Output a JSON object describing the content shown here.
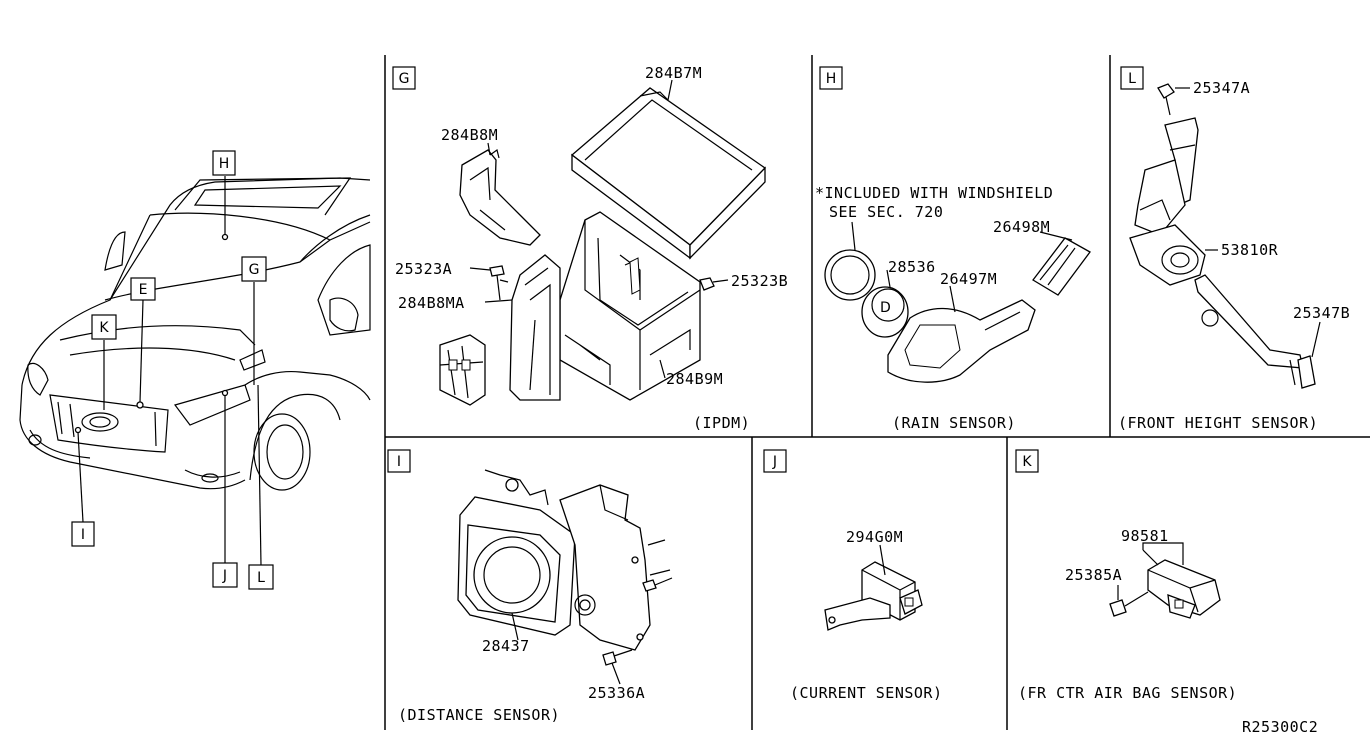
{
  "diagram_code": "R25300C2",
  "callouts": {
    "car_H": "H",
    "car_G": "G",
    "car_E": "E",
    "car_K": "K",
    "car_I": "I",
    "car_J": "J",
    "car_L": "L"
  },
  "panels": {
    "G": {
      "letter": "G",
      "caption": "(IPDM)",
      "parts": [
        "284B7M",
        "284B8M",
        "25323A",
        "284B8MA",
        "25323B",
        "284B9M"
      ]
    },
    "H": {
      "letter": "H",
      "caption": "(RAIN SENSOR)",
      "note_line1": "*INCLUDED WITH WINDSHIELD",
      "note_line2": "SEE SEC. 720",
      "parts": [
        "28536",
        "26498M",
        "26497M"
      ]
    },
    "L": {
      "letter": "L",
      "caption": "(FRONT HEIGHT SENSOR)",
      "parts": [
        "25347A",
        "53810R",
        "25347B"
      ]
    },
    "I": {
      "letter": "I",
      "caption": "(DISTANCE SENSOR)",
      "parts": [
        "28437",
        "25336A"
      ]
    },
    "J": {
      "letter": "J",
      "caption": "(CURRENT SENSOR)",
      "parts": [
        "294G0M"
      ]
    },
    "K": {
      "letter": "K",
      "caption": "(FR CTR AIR BAG SENSOR)",
      "parts": [
        "98581",
        "25385A"
      ]
    }
  }
}
